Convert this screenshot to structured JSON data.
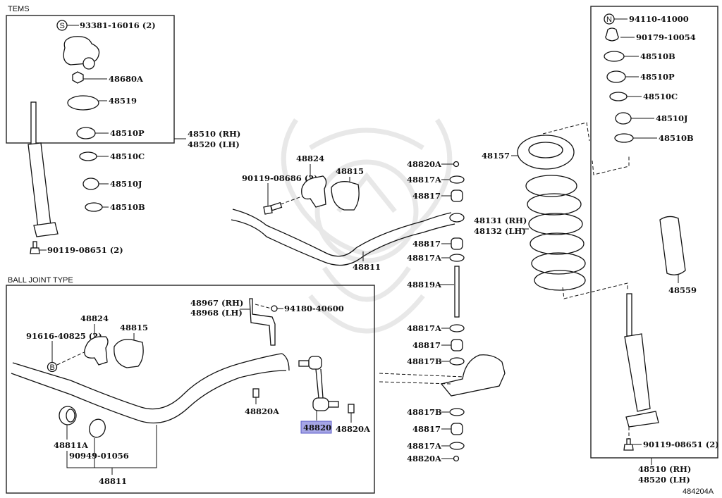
{
  "diagram": {
    "figure_code": "484204A",
    "highlight_color": "#a5a5e6",
    "sections": {
      "tems": "TEMS",
      "ball_joint": "BALL JOINT TYPE"
    },
    "tems_box": {
      "symbol_s": "S",
      "p1": "93381-16016 (2)",
      "p2": "48680A",
      "p3": "48519",
      "p4": "48510P",
      "p5": "48510C",
      "p6": "48510J",
      "p7": "48510B",
      "p8": "90119-08651 (2)",
      "assy_rh": "48510 (RH)",
      "assy_lh": "48520 (LH)"
    },
    "front_stabilizer": {
      "bolt": "90119-08686 (2)",
      "bracket": "48824",
      "bushing": "48815",
      "bar": "48811"
    },
    "link_stack": [
      "48820A",
      "48817A",
      "48817",
      "48817",
      "48817A",
      "48819A",
      "48817A",
      "48817",
      "48817B",
      "48817B",
      "48817",
      "48817A",
      "48820A"
    ],
    "spring": {
      "insulator": "48157",
      "spring_rh": "48131 (RH)",
      "spring_lh": "48132 (LH)",
      "bumper": "48559"
    },
    "right_box": {
      "symbol_n": "N",
      "p1": "94110-41000",
      "p2": "90179-10054",
      "p3": "48510B",
      "p4": "48510P",
      "p5": "48510C",
      "p6": "48510J",
      "p7": "48510B",
      "p8": "90119-08651 (2)",
      "assy_rh": "48510 (RH)",
      "assy_lh": "48520 (LH)"
    },
    "ball_joint_box": {
      "bracket_rh": "48967 (RH)",
      "bracket_lh": "48968 (LH)",
      "nut": "94180-40600",
      "symbol_b": "B",
      "bolt": "91616-40825 (2)",
      "clamp": "48824",
      "bushing": "48815",
      "nut_a": "48820A",
      "link_selected": "48820",
      "nut_b": "48820A",
      "bushing_a": "48811A",
      "band": "90949-01056",
      "bar": "48811"
    }
  }
}
